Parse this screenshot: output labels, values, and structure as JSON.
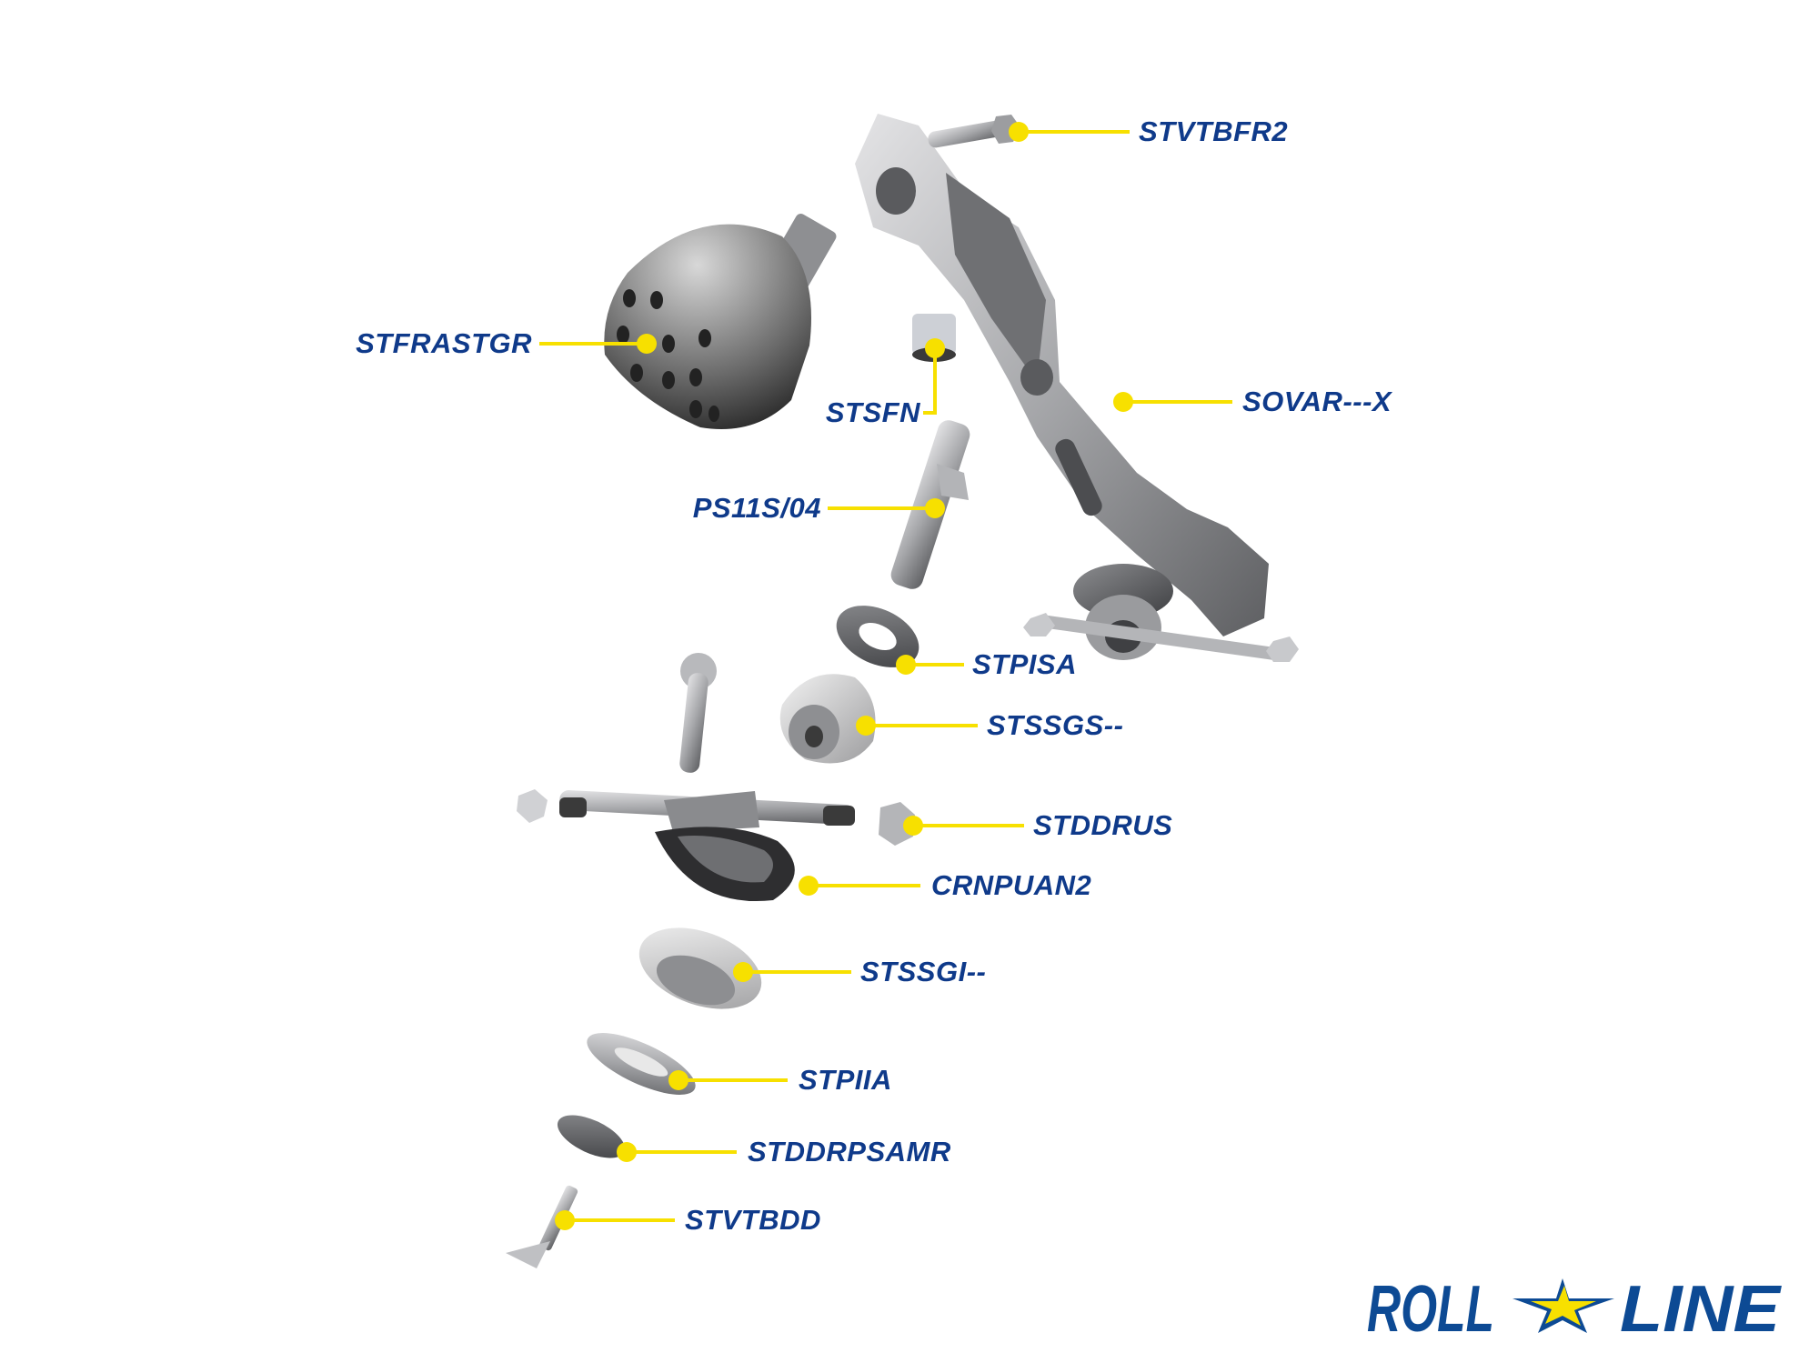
{
  "diagram": {
    "type": "exploded-parts-view",
    "accent_color": "#f7e000",
    "label_color": "#0f3a8a",
    "parts": [
      {
        "code": "STVTBFR2"
      },
      {
        "code": "STFRASTGR"
      },
      {
        "code": "STSFN"
      },
      {
        "code": "SOVAR---X"
      },
      {
        "code": "PS11S/04"
      },
      {
        "code": "STPISA"
      },
      {
        "code": "STSSGS--"
      },
      {
        "code": "STDDRUS"
      },
      {
        "code": "CRNPUAN2"
      },
      {
        "code": "STSSGI--"
      },
      {
        "code": "STPIIA"
      },
      {
        "code": "STDDRPSAMR"
      },
      {
        "code": "STVTBDD"
      }
    ]
  },
  "brand": {
    "logo_text": "ROLL LINE",
    "logo_color": "#0d4a94",
    "star_color": "#f7e000"
  }
}
